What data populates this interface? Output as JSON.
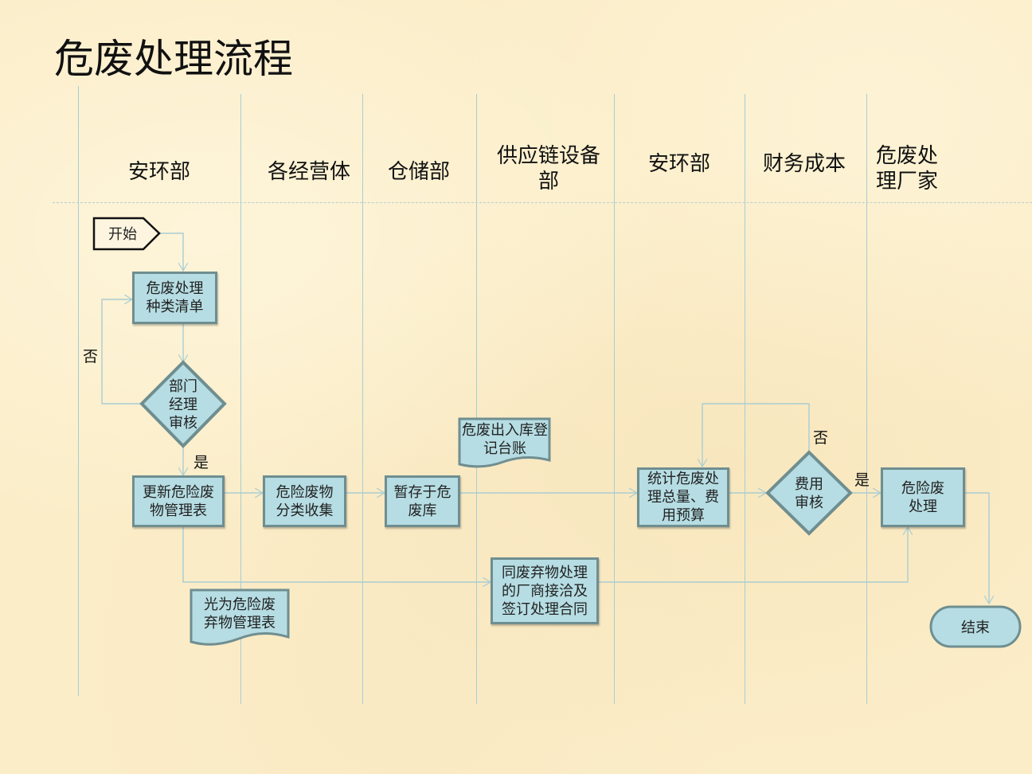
{
  "title": "危废处理流程",
  "lanes": [
    {
      "label": "安环部"
    },
    {
      "label": "各经营体"
    },
    {
      "label": "仓储部"
    },
    {
      "label": "供应链设备部"
    },
    {
      "label": "安环部"
    },
    {
      "label": "财务成本"
    },
    {
      "label": "危废处理厂家"
    }
  ],
  "nodes": {
    "start": "开始",
    "hazard_list": "危废处理种类清单",
    "manager_review": "部门经理审核",
    "update_table": "更新危险废物管理表",
    "classify_collect": "危险废物分类收集",
    "temp_storage": "暂存于危废库",
    "inout_ledger": "危废出入库登记台账",
    "stats_budget": "统计危废处理总量、费用预算",
    "cost_review": "费用审核",
    "hazard_process": "危险废处理",
    "contract": "同废弃物处理的厂商接洽及签订处理合同",
    "mgmt_table_doc": "光为危险废弃物管理表",
    "end": "结束"
  },
  "labels": {
    "no_1": "否",
    "yes_1": "是",
    "no_2": "否",
    "yes_2": "是"
  },
  "colors": {
    "node_fill": "#b6dde3",
    "node_border": "#6f8e90",
    "connector": "#a9cdd2",
    "background": "#fbedc8"
  }
}
